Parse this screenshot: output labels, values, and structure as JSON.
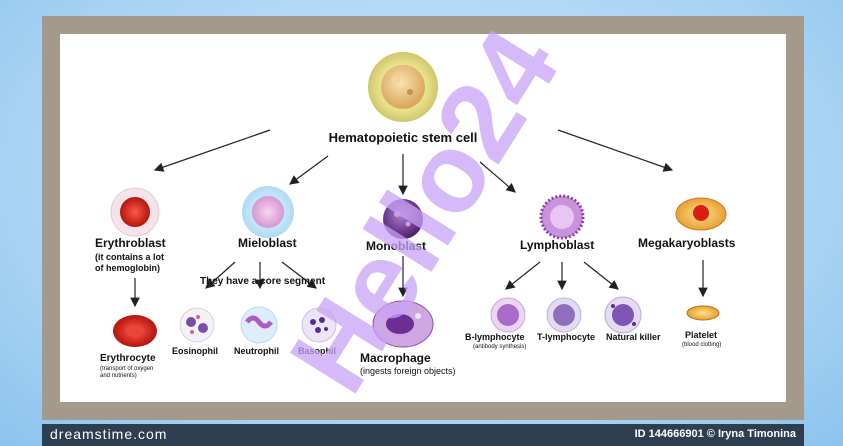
{
  "diagram": {
    "root": "Hematopoietic stem cell",
    "erythroblast": {
      "title": "Erythroblast",
      "note1": "(it contains a lot",
      "note2": "of hemoglobin)"
    },
    "mieloblast": {
      "title": "Mieloblast"
    },
    "monoblast": {
      "title": "Monoblast"
    },
    "lymphoblast": {
      "title": "Lymphoblast"
    },
    "megakaryoblasts": {
      "title": "Megakaryoblasts"
    },
    "core_segment": "They have a core segment",
    "erythrocyte": {
      "title": "Erythrocyte",
      "note1": "(transport of oxygen",
      "note2": "and nutrients)"
    },
    "eosinophil": "Eosinophil",
    "neutrophil": "Neutrophil",
    "basophil": "Basophil",
    "macrophage": {
      "title": "Macrophage",
      "note": "(ingests foreign objects)"
    },
    "b_lymphocyte": {
      "title": "B-lymphocyte",
      "note": "(antibody synthesis)"
    },
    "t_lymphocyte": "T-lymphocyte",
    "natural_killer": "Natural killer",
    "platelet": {
      "title": "Platelet",
      "note": "(blood clotting)"
    }
  },
  "watermark": {
    "overlay": "Hello24"
  },
  "footer": {
    "site": "dreamstime.com",
    "credit": "ID 144666901 © Iryna Timonina"
  },
  "colors": {
    "frame": "#a39a8c",
    "footer": "#2c3e50",
    "watermark_purple": "#c8a2f5",
    "watermark_gray": "#9b9b9b"
  }
}
